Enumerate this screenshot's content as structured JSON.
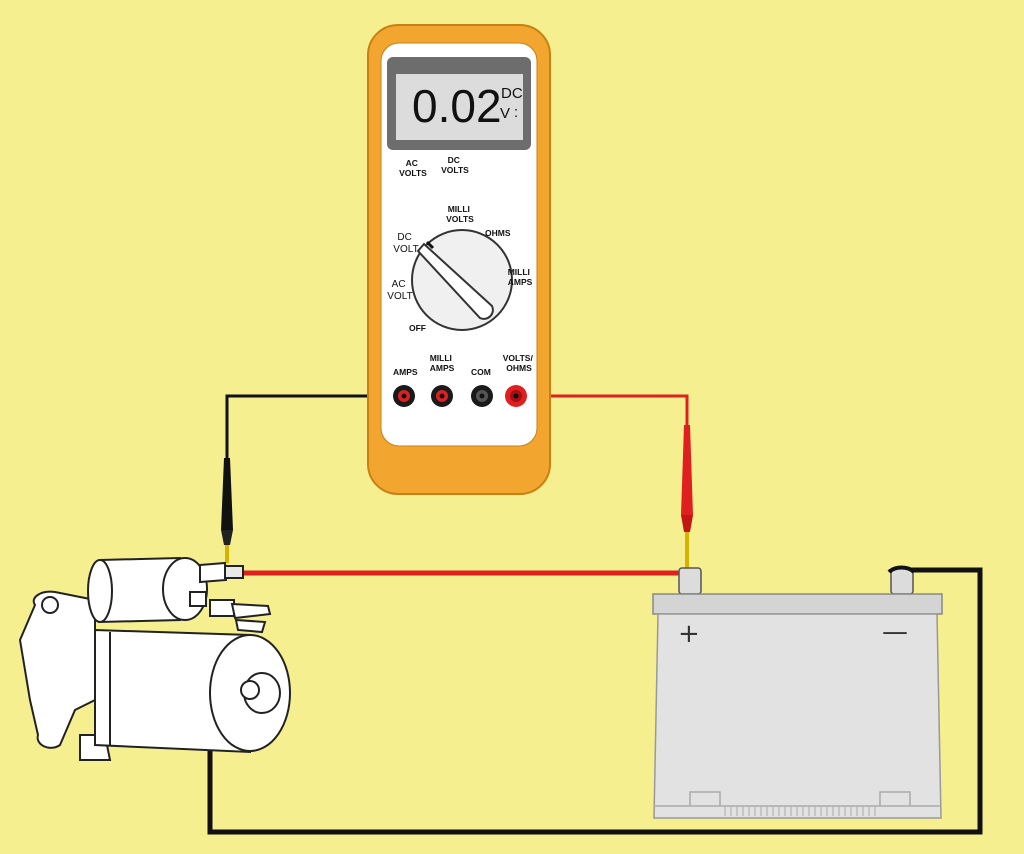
{
  "meter": {
    "display": {
      "reading": "0.02",
      "mode": "DC",
      "unit": "V",
      "colon": ":"
    },
    "functions": {
      "ac_volts": [
        "AC",
        "VOLTS"
      ],
      "dc_volts": [
        "DC",
        "VOLTS"
      ]
    },
    "dial": {
      "milli_volts": [
        "MILLI",
        "VOLTS"
      ],
      "ohms": "OHMS",
      "milli_amps": [
        "MILLI",
        "AMPS"
      ],
      "dc_volt": [
        "DC",
        "VOLT"
      ],
      "ac_volt": [
        "AC",
        "VOLT"
      ],
      "off": "OFF",
      "selected": "DC VOLT"
    },
    "jacks": {
      "amps": "AMPS",
      "milli_amps": [
        "MILLI",
        "AMPS"
      ],
      "com": "COM",
      "volts_ohms": [
        "VOLTS/",
        "OHMS"
      ]
    }
  },
  "battery": {
    "positive": "+",
    "negative": "—"
  },
  "colors": {
    "background": "#f5ef8f",
    "meter_body": "#f2a630",
    "lead_positive": "#e02020",
    "lead_negative": "#111111",
    "battery_body": "#e2e2e2"
  }
}
